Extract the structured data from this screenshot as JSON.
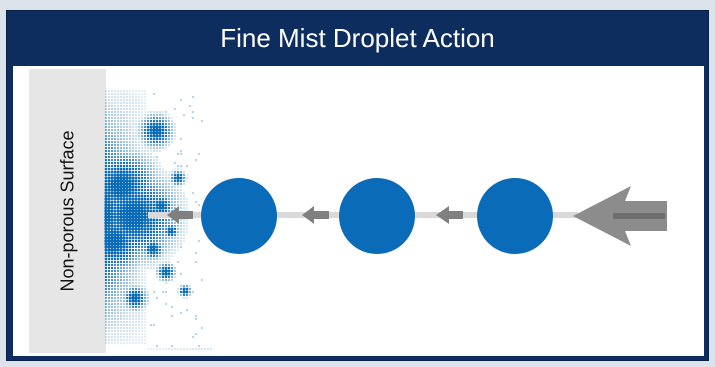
{
  "title": "Fine Mist Droplet Action",
  "surface_label": "Non-porous Surface",
  "colors": {
    "frame": "#0d2d5e",
    "droplet": "#0a6bb9",
    "arrow": "#808080",
    "track": "#d9d9d9",
    "surface": "#e6e6e7"
  },
  "droplet_count": 3,
  "small_arrow_count": 3,
  "icons": [
    "large-arrow-icon",
    "small-arrow-icon",
    "droplet-icon",
    "splash-icon"
  ]
}
